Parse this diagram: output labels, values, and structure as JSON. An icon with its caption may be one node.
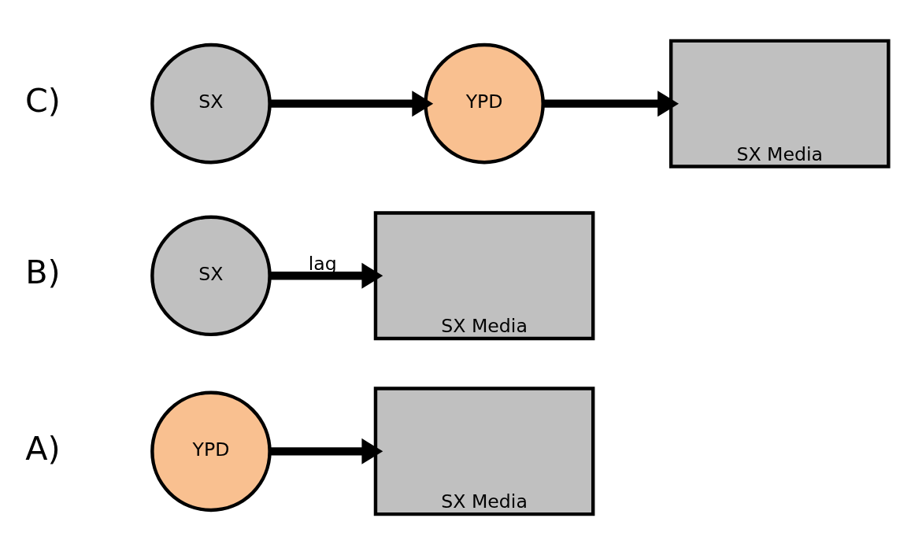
{
  "diagram": {
    "nodes": [
      {
        "text": [
          "YPD"
        ]
      },
      {
        "text": [
          "SX Media"
        ]
      },
      {
        "text": [
          "SX"
        ]
      },
      {
        "text": [
          "SX Media"
        ]
      },
      {
        "text": [
          "SX"
        ]
      },
      {
        "text": [
          "YPD"
        ]
      },
      {
        "text": [
          "SX Media"
        ]
      }
    ],
    "edges": [
      {
        "from": 0,
        "to": 1,
        "arrow": "to"
      },
      {
        "from": 2,
        "to": 3,
        "arrow": "to",
        "label": "lag"
      },
      {
        "from": 4,
        "to": 5,
        "arrow": "to"
      },
      {
        "from": 5,
        "to": 6,
        "arrow": "to"
      }
    ],
    "labels": [
      "A)",
      "B)",
      "C)"
    ]
  }
}
